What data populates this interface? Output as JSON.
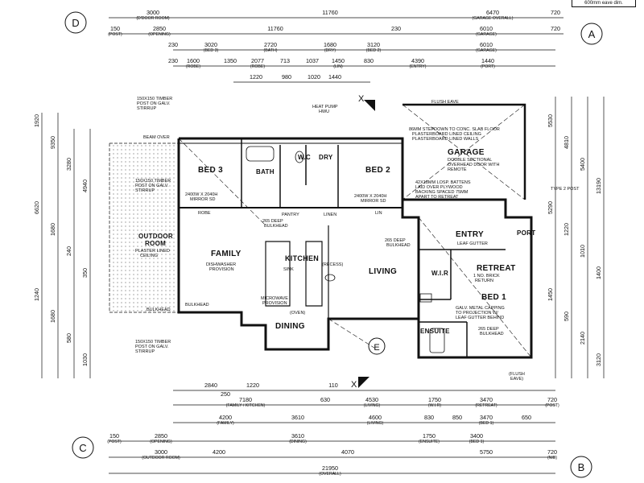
{
  "corner_note": "600mm eave dim.",
  "grids": {
    "d": "D",
    "a": "A",
    "c": "C",
    "b": "B",
    "e": "E"
  },
  "section_marks": {
    "top": "X",
    "bottom": "X"
  },
  "rooms": {
    "bed3": "BED 3",
    "bath": "BATH",
    "wc": "W.C",
    "dry": "DRY",
    "bed2": "BED 2",
    "garage": "GARAGE",
    "family": "FAMILY",
    "kitchen": "KITCHEN",
    "living": "LIVING",
    "dining": "DINING",
    "entry": "ENTRY",
    "port": "PORT",
    "wir": "W.I.R",
    "retreat": "RETREAT",
    "bed1": "BED 1",
    "ensuite": "ENSUITE",
    "outdoor1": "OUTDOOR",
    "outdoor2": "ROOM"
  },
  "notes": {
    "timber_tl": [
      "150X150 TIMBER",
      "POST ON GALV.",
      "STIRRUP"
    ],
    "timber_ml": [
      "150X150 TIMBER",
      "POST ON GALV.",
      "STIRRUP"
    ],
    "timber_bl": [
      "150X150 TIMBER",
      "POST ON GALV.",
      "STIRRUP"
    ],
    "beam_over": "BEAM OVER",
    "bulkhead_head": "BULKHEAD",
    "outdoor_ceiling": [
      "PLASTER LINED",
      "CEILING"
    ],
    "heat_pump": [
      "HEAT PUMP",
      "HWU"
    ],
    "flush_eave": "FLUSH EAVE",
    "garage_spec": [
      "86MM STEPDOWN TO CONC. SLAB FLOOR",
      "PLASTERBOARD LINED CEILING",
      "PLASTERBOARD LINED WALLS"
    ],
    "garage_door": [
      "DOUBLE SECTIONAL",
      "OVERHEAD DOOR WITH",
      "REMOTE"
    ],
    "battens": [
      "42X18MM LOSP. BATTENS",
      "LAID OVER PLYWOOD",
      "BACKING SPACED 75MM",
      "APART TO RETREAT"
    ],
    "mirror_bed3": [
      "2400W X 2040H",
      "MIRROR SD"
    ],
    "mirror_bed2": [
      "2400W X 2040H",
      "MIRROR SD"
    ],
    "bulkhead_deep": [
      "265 DEEP",
      "BULKHEAD"
    ],
    "bulkhead_deep2": [
      "265 DEEP",
      "BULKHEAD"
    ],
    "bulkhead_deep3": [
      "265 DEEP",
      "BULKHEAD"
    ],
    "dishwasher": [
      "DISHWASHER",
      "PROVISION"
    ],
    "microwave": [
      "MICROWAVE",
      "PROVISION"
    ],
    "sink": "SINK",
    "leaf_gutter": "LEAF GUTTER",
    "brick_return": [
      "1 NO. BRICK",
      "RETURN"
    ],
    "capping": [
      "GALV. METAL CAPPING",
      "TO PROJECTION W/",
      "LEAF GUTTER BEHIND"
    ],
    "type2_post": "TYPE 2 POST",
    "flush_eave2": [
      "(FLUSH",
      "EAVE)"
    ],
    "pantry": "PANTRY",
    "linen": "LINEN",
    "robe": "ROBE",
    "lin": "LIN",
    "recess": "(RECESS)",
    "oven": "(OVEN)",
    "bulkhead_low": "BULKHEAD"
  },
  "dims_top": [
    {
      "v": "3000",
      "s": "(D'DOOR ROOM)"
    },
    {
      "v": "11760",
      "s": ""
    },
    {
      "v": "6470",
      "s": "(GARAGE OVERALL)"
    },
    {
      "v": "720",
      "s": ""
    },
    {
      "v": "150",
      "s": "(POST)"
    },
    {
      "v": "2850",
      "s": "(OPENING)"
    },
    {
      "v": "11760",
      "s": ""
    },
    {
      "v": "6010",
      "s": "(GARAGE)"
    },
    {
      "v": "230",
      "s": ""
    },
    {
      "v": "720",
      "s": ""
    },
    {
      "v": "230",
      "s": ""
    },
    {
      "v": "3020",
      "s": "(BED 3)"
    },
    {
      "v": "2720",
      "s": "(BATH)"
    },
    {
      "v": "1680",
      "s": "(DRY)"
    },
    {
      "v": "3120",
      "s": "(BED 2)"
    },
    {
      "v": "6010",
      "s": "(GARAGE)"
    },
    {
      "v": "230",
      "s": ""
    },
    {
      "v": "1600",
      "s": "(ROBE)"
    },
    {
      "v": "1350",
      "s": ""
    },
    {
      "v": "2077",
      "s": "(ROBE)"
    },
    {
      "v": "713",
      "s": ""
    },
    {
      "v": "1037",
      "s": ""
    },
    {
      "v": "1450",
      "s": "(LIN)"
    },
    {
      "v": "830",
      "s": ""
    },
    {
      "v": "4390",
      "s": "(ENTRY)"
    },
    {
      "v": "1440",
      "s": "(PORT)"
    },
    {
      "v": "1220",
      "s": ""
    },
    {
      "v": "980",
      "s": ""
    },
    {
      "v": "1020",
      "s": ""
    },
    {
      "v": "1440",
      "s": ""
    }
  ],
  "dims_bottom": [
    {
      "v": "2840",
      "s": ""
    },
    {
      "v": "1220",
      "s": ""
    },
    {
      "v": "250",
      "s": ""
    },
    {
      "v": "110",
      "s": ""
    },
    {
      "v": "7180",
      "s": "(FAMILY / KITCHEN)"
    },
    {
      "v": "630",
      "s": ""
    },
    {
      "v": "4530",
      "s": "(LIVING)"
    },
    {
      "v": "1750",
      "s": "(W.I.R)"
    },
    {
      "v": "3470",
      "s": "(RETREAT)"
    },
    {
      "v": "720",
      "s": "(POST)"
    },
    {
      "v": "4200",
      "s": "(FAMILY)"
    },
    {
      "v": "3610",
      "s": ""
    },
    {
      "v": "4600",
      "s": "(LIVING)"
    },
    {
      "v": "830",
      "s": ""
    },
    {
      "v": "850",
      "s": ""
    },
    {
      "v": "3470",
      "s": "(BED 1)"
    },
    {
      "v": "650",
      "s": ""
    },
    {
      "v": "150",
      "s": "(POST)"
    },
    {
      "v": "2850",
      "s": "(OPENING)"
    },
    {
      "v": "3610",
      "s": "(DINING)"
    },
    {
      "v": "1750",
      "s": "(ENSUITE)"
    },
    {
      "v": "3400",
      "s": "(BED 1)"
    },
    {
      "v": "3000",
      "s": "(OUTDOOR ROOM)"
    },
    {
      "v": "4200",
      "s": ""
    },
    {
      "v": "4070",
      "s": ""
    },
    {
      "v": "5750",
      "s": ""
    },
    {
      "v": "720",
      "s": "(NIB)"
    },
    {
      "v": "21950",
      "s": "(OVERALL)"
    }
  ],
  "dims_left": [
    "1920",
    "9350",
    "3280",
    "4940",
    "6620",
    "1680",
    "240",
    "350",
    "1240",
    "1680",
    "580",
    "1030"
  ],
  "dims_right": [
    "5530",
    "4810",
    "5400",
    "13190",
    "5290",
    "1220",
    "1010",
    "1400",
    "1450",
    "590",
    "2140",
    "3120"
  ]
}
